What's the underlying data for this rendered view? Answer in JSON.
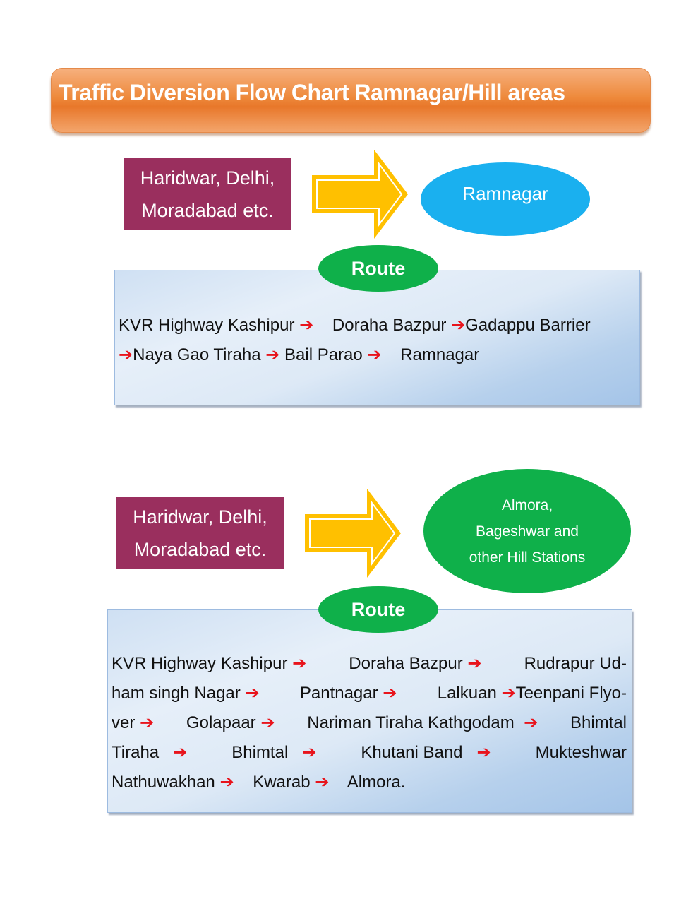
{
  "title": "Traffic Diversion Flow Chart Ramnagar/Hill areas",
  "colors": {
    "banner": "#ee8a3c",
    "source_box": "#9a2f5e",
    "big_arrow": "#ffc000",
    "dest_ramnagar": "#1ab0ef",
    "dest_hills": "#0fb04a",
    "route_pill": "#0fb04a",
    "step_arrow": "#e8141c"
  },
  "sections": [
    {
      "source": {
        "line1": "Haridwar, Delhi,",
        "line2": "Moradabad etc."
      },
      "destination": {
        "lines": [
          "Ramnagar"
        ]
      },
      "route_label": "Route",
      "route_lines": [
        [
          "KVR Highway Kashipur",
          "Doraha Bazpur",
          "Gadappu Barrier"
        ],
        [
          "",
          "Naya Gao Tiraha",
          "Bail Parao",
          "Ramnagar"
        ]
      ]
    },
    {
      "source": {
        "line1": "Haridwar, Delhi,",
        "line2": "Moradabad etc."
      },
      "destination": {
        "lines": [
          "Almora,",
          "Bageshwar and",
          "other Hill Stations"
        ]
      },
      "route_label": "Route",
      "route_text": "KVR Highway Kashipur ➔ Doraha Bazpur ➔ Rudrapur Udham singh Nagar ➔ Pantnagar ➔ Lalkuan ➔Teenpani Flyover ➔ Golapaar ➔ Nariman Tiraha Kathgodam ➔ Bhimtal Tiraha ➔ Bhimtal ➔ Khutani Band ➔ Mukteshwar Nathuwakhan ➔ Kwarab ➔ Almora.",
      "route_lines": [
        [
          "KVR Highway Kashipur",
          "Doraha Bazpur",
          "Rudrapur Ud-"
        ],
        [
          "ham singh Nagar",
          "Pantnagar",
          "Lalkuan",
          "Teenpani Flyo-"
        ],
        [
          "ver",
          "Golapaar",
          "Nariman Tiraha Kathgodam",
          "Bhimtal"
        ],
        [
          "Tiraha",
          "Bhimtal",
          "Khutani Band",
          "Mukteshwar"
        ],
        [
          "Nathuwakhan",
          "Kwarab",
          "Almora."
        ]
      ]
    }
  ],
  "step_arrow_glyph": "➔"
}
